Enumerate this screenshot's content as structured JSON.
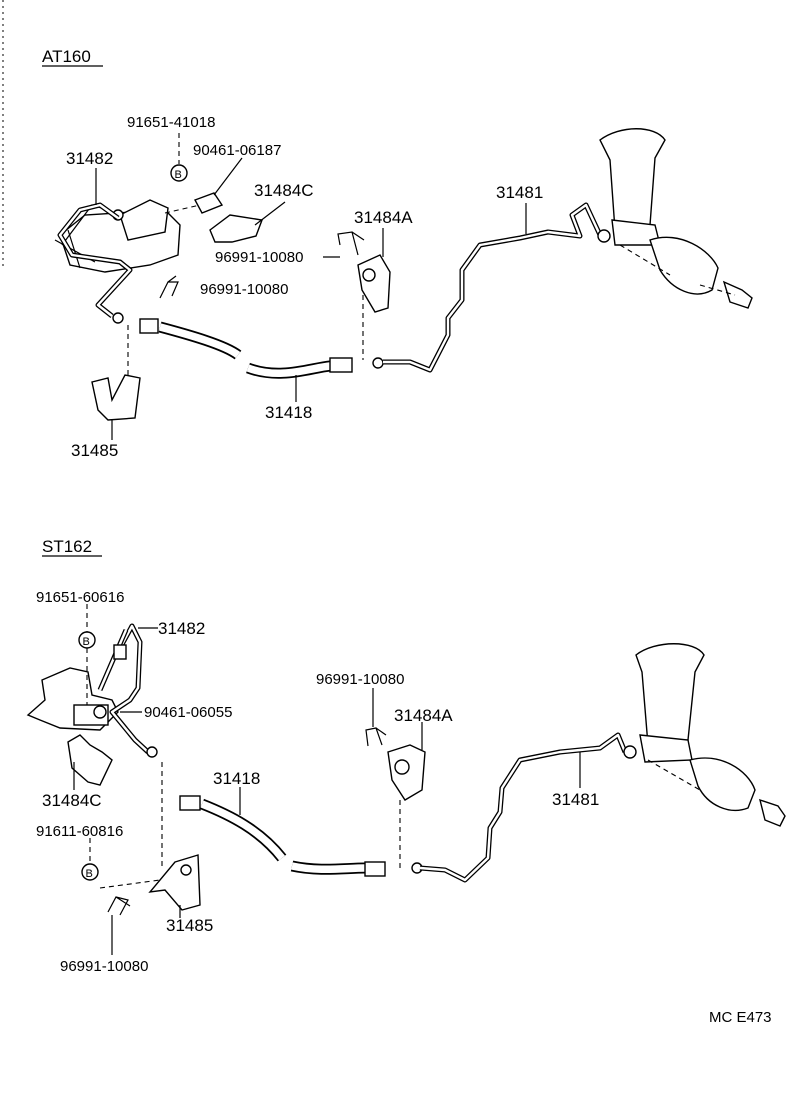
{
  "sections": {
    "top": {
      "title": "AT160",
      "labels": {
        "bolt_code": "91651-41018",
        "bolt_mark": "B",
        "nut_code": "90461-06187",
        "tube_small": "31482",
        "bracket_c": "31484C",
        "bracket_a": "31484A",
        "clip_right": "96991-10080",
        "clip_left": "96991-10080",
        "tube_long": "31481",
        "hose": "31418",
        "bracket_b": "31485"
      }
    },
    "bottom": {
      "title": "ST162",
      "labels": {
        "bolt_code": "91651-60616",
        "bolt_mark": "B",
        "tube_small": "31482",
        "nut_code": "90461-06055",
        "clip_top": "96991-10080",
        "bracket_a": "31484A",
        "hose": "31418",
        "tube_long": "31481",
        "bracket_c": "31484C",
        "bolt2_code": "91611-60816",
        "bolt2_mark": "B",
        "bracket_b": "31485",
        "clip_bottom": "96991-10080"
      }
    }
  },
  "footer": {
    "code": "MC E473"
  }
}
